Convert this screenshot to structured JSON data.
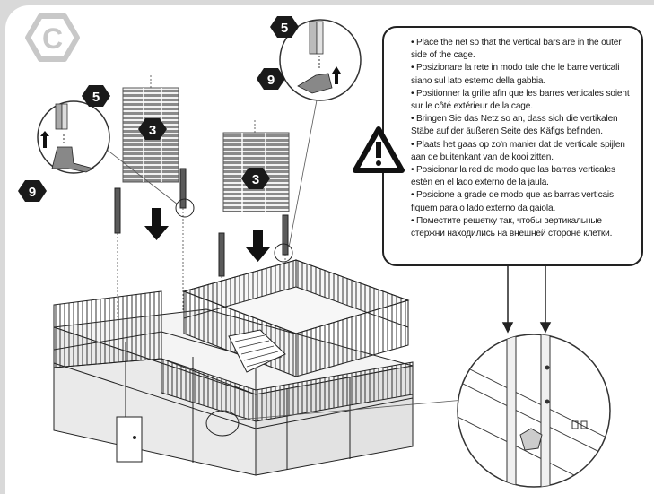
{
  "step_letter": "C",
  "badges": {
    "net_left": "3",
    "net_right": "3",
    "bar_top_right": "5",
    "base_top_right": "9",
    "bar_left": "5",
    "base_left": "9"
  },
  "instructions": [
    "• Place the net so that the vertical bars are in the outer side of the cage.",
    "• Posizionare la rete in modo tale che le barre verticali siano sul lato esterno della gabbia.",
    "• Positionner la grille afin que les barres verticales soient sur le côté extérieur de la cage.",
    "• Bringen Sie das Netz so an, dass sich die vertikalen Stäbe auf der äußeren Seite des Käfigs befinden.",
    "• Plaats het gaas op zo'n manier dat de verticale spijlen aan de buitenkant van de kooi zitten.",
    "• Posicionar la red de modo que las barras verticales estén en el lado externo de la jaula.",
    "• Posicione a grade de modo que as barras verticais fiquem para o lado externo da gaiola.",
    "• Поместите решетку так, чтобы вертикальные стержни находились на внешней стороне клетки."
  ],
  "colors": {
    "badge": "#1a1a1a",
    "line": "#2a2a2a",
    "panel_fill": "#7a7a7a"
  },
  "icons": [
    "warning-icon",
    "step-c-logo"
  ]
}
